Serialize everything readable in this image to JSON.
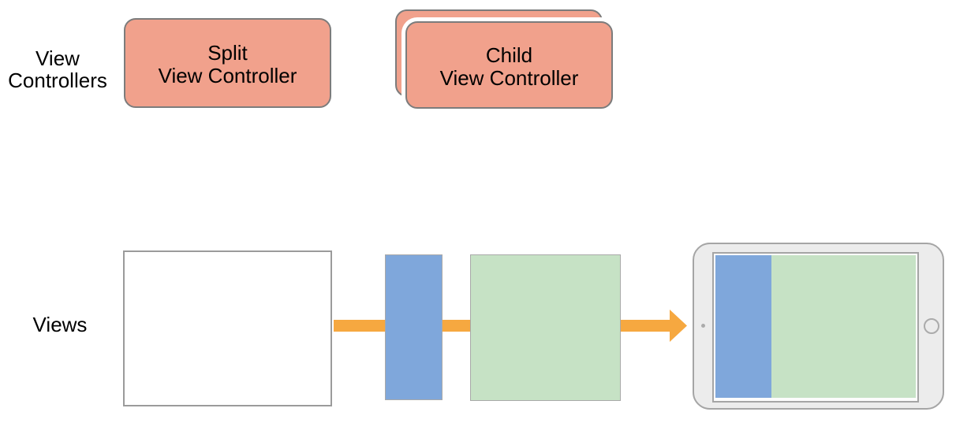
{
  "rows": {
    "view_controllers": {
      "label_line1": "View",
      "label_line2": "Controllers"
    },
    "views": {
      "label": "Views"
    }
  },
  "nodes": {
    "split_view_controller": {
      "line1": "Split",
      "line2": "View Controller"
    },
    "child_view_controller": {
      "line1": "Child",
      "line2": "View Controller"
    }
  },
  "icons": {
    "device": "ipad-landscape-frame",
    "camera": "front-camera-dot",
    "home": "home-button-circle",
    "arrow": "right-flow-arrow"
  },
  "colors": {
    "controller_fill": "#F1A18C",
    "controller_border": "#7C7C7C",
    "primary_view_fill": "#7FA7DB",
    "secondary_view_fill": "#C6E2C5",
    "window_fill": "#FFFFFF",
    "window_border": "#9B9B9B",
    "arrow": "#F6A840",
    "device_body": "#ECECEC",
    "device_border": "#A5A5A5",
    "text": "#000000"
  }
}
